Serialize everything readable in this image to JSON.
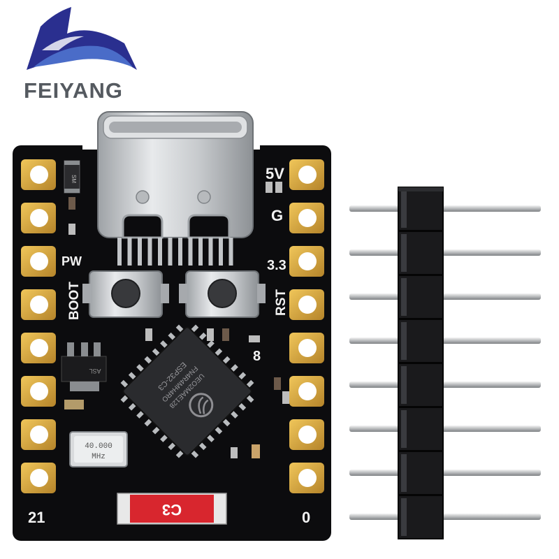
{
  "brand": {
    "name": "FEIYANG",
    "logo_colors": {
      "dark_blue": "#2a2f8f",
      "light_blue": "#4a6cc8"
    }
  },
  "board": {
    "pin_labels": {
      "five_v": "5V",
      "gnd": "G",
      "three_v3": "3.3",
      "pwr": "PW",
      "boot": "BOOT",
      "rst": "RST",
      "eight": "8",
      "twenty_one": "21",
      "zero": "0"
    },
    "crystal": {
      "line1": "40.000",
      "line2": "MHz"
    },
    "chip": {
      "line1": "ESP32-C3",
      "line2": "FN4R4MH4RO",
      "line3": "UEO2MAE128"
    },
    "antenna_label": "C3",
    "regulator_mark": "ASL",
    "diode_mark": "SM"
  },
  "header": {
    "pin_count": 8
  },
  "colors": {
    "pcb": "#0c0c0e",
    "gold": "#d9a93a",
    "silkscreen": "#f2f2f2",
    "antenna": "#d8262e",
    "steel": "#c7cacd"
  }
}
